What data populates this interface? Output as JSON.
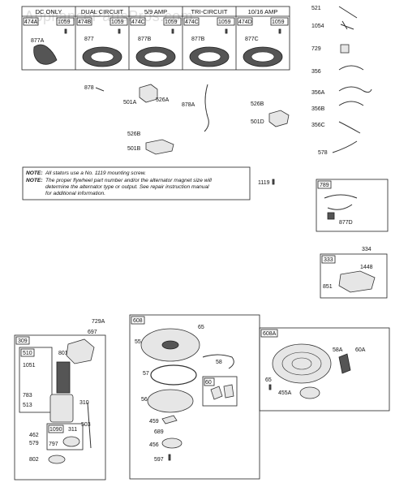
{
  "watermark": "AppliancePartsPros.com",
  "stators": {
    "headers": [
      "DC ONLY",
      "DUAL CIRCUIT",
      "5/9 AMP",
      "TRI-CIRCUIT",
      "10/16 AMP"
    ],
    "cells": [
      {
        "kit": "474A",
        "screw": "1059",
        "stator": "877A"
      },
      {
        "kit": "474B",
        "screw": "1059",
        "stator": "877"
      },
      {
        "kit": "474C",
        "screw": "1059",
        "stator": "877B"
      },
      {
        "kit": "474C",
        "screw": "1059",
        "stator": "877B"
      },
      {
        "kit": "474D",
        "screw": "1059",
        "stator": "877C"
      }
    ]
  },
  "notes": {
    "note1_label": "NOTE:",
    "note1_text": "All stators use a No. 1119 mounting screw.",
    "note2_label": "NOTE:",
    "note2_line1": "The proper flywheel part number and/or the alternator magnet size will",
    "note2_line2": "determine the alternator type or output. See repair instruction manual",
    "note2_line3": "for additional information."
  },
  "labels": {
    "p521": "521",
    "p1054": "1054",
    "p729": "729",
    "p356": "356",
    "p356A": "356A",
    "p356B": "356B",
    "p356C": "356C",
    "p578": "578",
    "p878": "878",
    "p501A": "501A",
    "p526A": "526A",
    "p878A": "878A",
    "p526B_a": "526B",
    "p501D": "501D",
    "p526B_b": "526B",
    "p501B": "501B",
    "p1119": "1119",
    "p789": "789",
    "p877D": "877D",
    "p334": "334",
    "p333": "333",
    "p1448": "1448",
    "p851": "851",
    "p729A": "729A",
    "p697": "697",
    "p309": "309",
    "p510": "510",
    "p801": "801",
    "p1051": "1051",
    "p783": "783",
    "p513": "513",
    "p310": "310",
    "p503": "503",
    "p462": "462",
    "p579": "579",
    "p1090": "1090",
    "p311": "311",
    "p797": "797",
    "p802": "802",
    "p608": "608",
    "p65a": "65",
    "p55": "55",
    "p58": "58",
    "p57": "57",
    "p60": "60",
    "p56": "56",
    "p459": "459",
    "p689": "689",
    "p456": "456",
    "p597": "597",
    "p608A": "608A",
    "p58A": "58A",
    "p60A": "60A",
    "p65b": "65",
    "p455A": "455A"
  }
}
